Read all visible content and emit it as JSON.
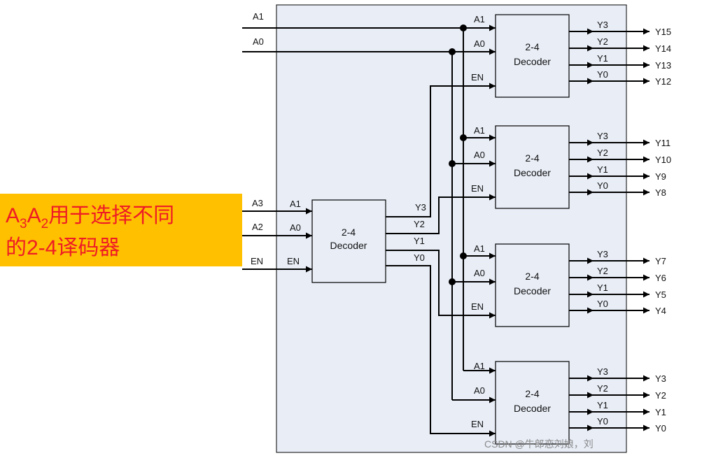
{
  "top_inputs": [
    "A1",
    "A0"
  ],
  "main_inputs": [
    "A3",
    "A2",
    "EN"
  ],
  "decoder_name_line1": "2-4",
  "decoder_name_line2": "Decoder",
  "port_inputs": [
    "A1",
    "A0",
    "EN"
  ],
  "port_outputs": [
    "Y3",
    "Y2",
    "Y1",
    "Y0"
  ],
  "outputs": [
    [
      "Y15",
      "Y14",
      "Y13",
      "Y12"
    ],
    [
      "Y11",
      "Y10",
      "Y9",
      "Y8"
    ],
    [
      "Y7",
      "Y6",
      "Y5",
      "Y4"
    ],
    [
      "Y3",
      "Y2",
      "Y1",
      "Y0"
    ]
  ],
  "annotation": {
    "base": "A",
    "sub1": "3",
    "sub2": "2",
    "line1_rest": "用于选择不同",
    "line2": "的2-4译码器",
    "background_color": "#ffc000",
    "text_color": "#ee1c25"
  },
  "watermark": "CSDN @牛郎恋刘娘，刘",
  "colors": {
    "panel_fill": "#e8edf6",
    "line": "#000000"
  }
}
